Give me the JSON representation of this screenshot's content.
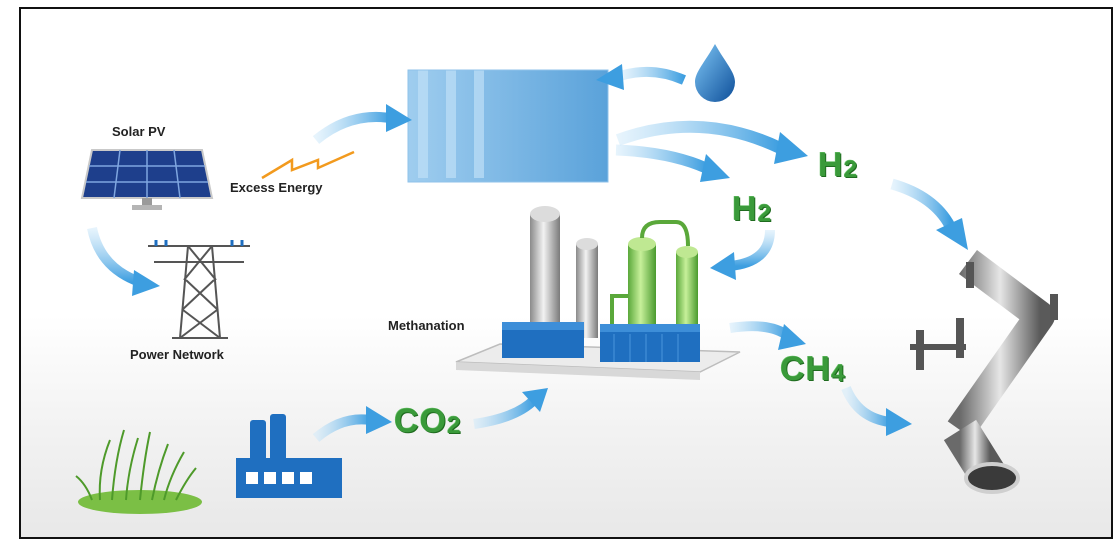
{
  "labels": {
    "solar_pv": "Solar PV",
    "excess_energy": "Excess Energy",
    "power_network": "Power Network",
    "methanation": "Methanation"
  },
  "molecules": {
    "h2_upper": {
      "base": "H",
      "sub": "2"
    },
    "h2_lower": {
      "base": "H",
      "sub": "2"
    },
    "co2": {
      "base": "CO",
      "sub": "2"
    },
    "ch4": {
      "base": "CH",
      "sub": "4"
    }
  },
  "colors": {
    "arrow_blue": "#4aa6e0",
    "molecule_green": "#3a9a3a",
    "electrolyzer_blue": "#6ab0e0",
    "tower_green": "#8fd45a",
    "container_blue": "#1f6fc0",
    "pipe_grey": "#9a9a9a"
  }
}
